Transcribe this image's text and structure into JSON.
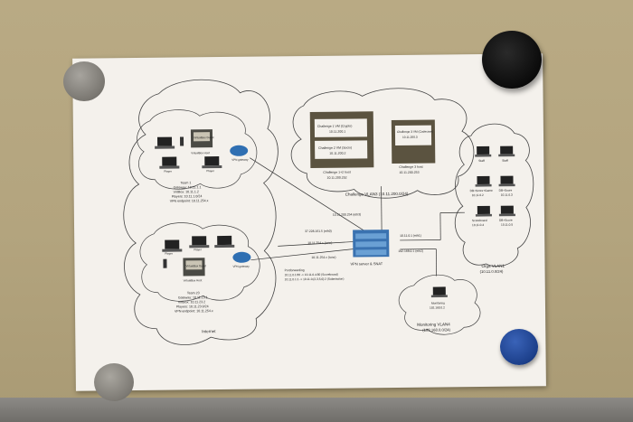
{
  "diagram": {
    "team1": {
      "labels": [
        "VirtualBox Guest",
        "VirtualBox Host",
        "Player",
        "Player",
        "VPN gateway"
      ],
      "info": [
        "Team 1",
        "Gateway: 10.11.1.1",
        "VirtBox: 10.11.1.2",
        "Players: 10.11.1.0/24",
        "VPN endpoint: 10.11.254.x"
      ]
    },
    "team23": {
      "labels": [
        "Player",
        "Player",
        "VirtualBox Guest",
        "VirtualBox Host",
        "VPN gateway"
      ],
      "info": [
        "Team 23",
        "Gateway: 10.11.23.1",
        "VirtBox: 10.11.23.2",
        "Players: 10.11.23.0/24",
        "VPN endpoint: 10.11.254.x"
      ]
    },
    "internet_label": "Internet",
    "challenge": {
      "box1": [
        "Challenge 1 VM (Crypto)",
        "10.11.200.1"
      ],
      "box2": [
        "Challenge 2 VM (Socio)",
        "10.11.200.2"
      ],
      "box3": [
        "Challenge 3 VM (Codecave)",
        "10.11.200.3"
      ],
      "host1": [
        "Challenge 1+2 host",
        "10.11.200.252"
      ],
      "host2": [
        "Challenge 3 host",
        "10.11.200.253"
      ],
      "vlan": "Challenge VLAN3 (10.11.200.0/24)"
    },
    "orga": {
      "nodes": [
        "Staff",
        "Staff",
        "DB+Score+Game",
        "DB+Score",
        "Scoreboard",
        "DB+Score"
      ],
      "ips": [
        "10.11.0.2",
        "10.11.0.3",
        "10.11.0.4",
        "10.11.0.5"
      ],
      "vlan": [
        "Orga VLAN1",
        "(10.11.0.0/24)"
      ]
    },
    "vpn": {
      "label": "VPN server & SNAT",
      "links": [
        "10.11.200.254 (eth3)",
        "37.228.161.5 (eth0)",
        "10.11.254.x (tunx)",
        "10.11.254.x (tunx)",
        "10.11.0.1 (eth1)",
        "192.168.0.1 (eth2)"
      ]
    },
    "portforwarding": [
      "Portforwarding",
      "10.11.0.1:80 -> 10.11.0.4:80 (Scoreboard)",
      "10.11.0.1:1 -> 10.11.0.{2,3,5,6}:2 (Submission)"
    ],
    "monitoring": {
      "node": [
        "Monitoring",
        "192.168.0.2"
      ],
      "vlan": [
        "Monitoring VLAN4",
        "(192.168.0.0/24)"
      ]
    }
  },
  "colors": {
    "wall": "#b3a47e",
    "paper": "#f4f1ec",
    "magnet_black": "#111111",
    "magnet_blue": "#1c3f8a",
    "magnet_grey": "#8f8c86",
    "router": "#2f6fb2",
    "server": "#3a72b0"
  }
}
